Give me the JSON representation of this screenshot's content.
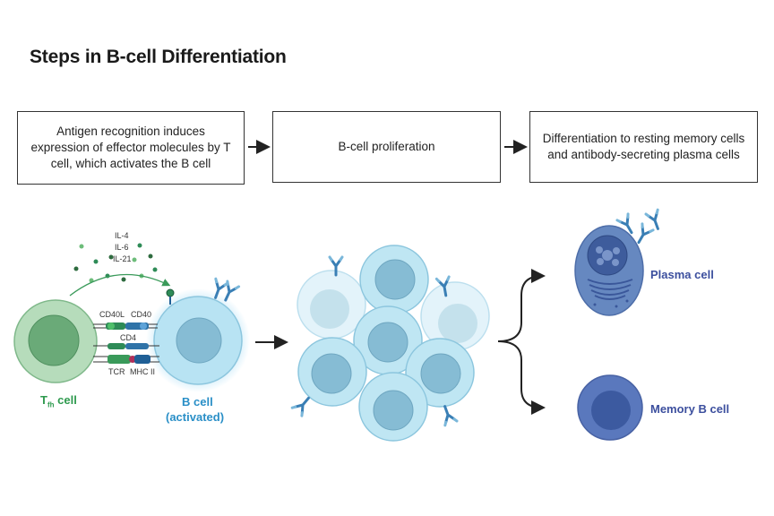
{
  "title": "Steps in B-cell Differentiation",
  "steps": [
    {
      "text": "Antigen recognition induces expression of effector molecules by T cell, which activates the B cell"
    },
    {
      "text": "B-cell proliferation"
    },
    {
      "text": "Differentiation to resting memory cells and antibody-secreting plasma cells"
    }
  ],
  "cytokines": [
    "IL-4",
    "IL-6",
    "IL-21"
  ],
  "molecules": {
    "cd40l": "CD40L",
    "cd40": "CD40",
    "cd4": "CD4",
    "tcr": "TCR",
    "mhc2": "MHC II"
  },
  "cells": {
    "tfh_main": "T",
    "tfh_sub": "fh",
    "tfh_suffix": " cell",
    "b_cell": "B cell",
    "b_cell_state": "(activated)",
    "plasma": "Plasma cell",
    "memory": "Memory B cell"
  },
  "colors": {
    "tfh": "#2e9a4e",
    "b_cell_label": "#2a8fc7",
    "outcome_label": "#3c4f9e"
  }
}
